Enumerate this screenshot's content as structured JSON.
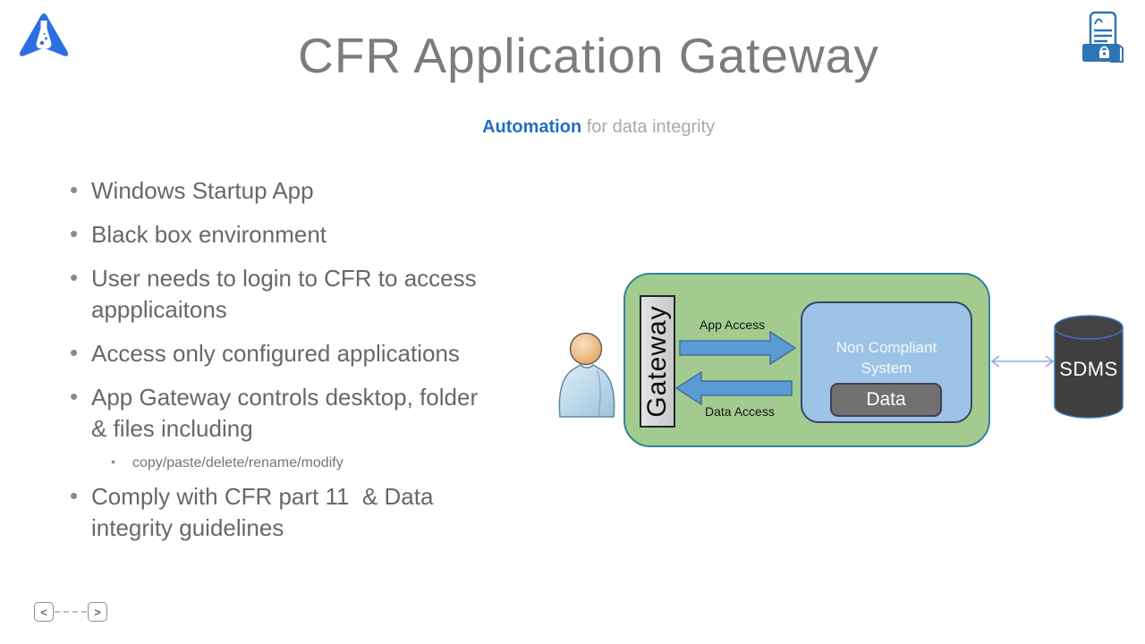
{
  "slide": {
    "title": "CFR Application Gateway",
    "subtitle": {
      "highlight": "Automation",
      "rest": " for data integrity"
    }
  },
  "bullets": [
    {
      "text": "Windows Startup App"
    },
    {
      "text": "Black box environment"
    },
    {
      "text": "User needs to login to CFR to access\nappplicaitons"
    },
    {
      "text": "Access only configured applications"
    },
    {
      "text": "App Gateway controls desktop, folder\n& files including"
    },
    {
      "text": "Comply with CFR part 11  & Data\nintegrity guidelines"
    }
  ],
  "sub_bullet": {
    "text": "copy/paste/delete/rename/modify"
  },
  "diagram": {
    "gateway_label": "Gateway",
    "app_access_label": "App Access",
    "data_access_label": "Data Access",
    "non_compliant_label": "Non Compliant System",
    "data_label": "Data",
    "sdms_label": "SDMS"
  },
  "nav": {
    "prev": "<",
    "next": ">"
  },
  "icons": {
    "logo": "flask-triangle-logo",
    "top_right": "secure-document-folder-lock",
    "person": "user-figure",
    "database": "sdms-cylinder",
    "link": "bidirectional-arrow"
  },
  "colors": {
    "accent_blue": "#2E75B6",
    "arrow_blue": "#5B9BD5",
    "box_green": "#A3CB8F",
    "box_light_blue": "#9DC3E6",
    "data_gray": "#717171",
    "cylinder_gray": "#3F3F3F",
    "title_gray": "#7C7C7C",
    "subtitle_blue": "#1F6FC8"
  }
}
